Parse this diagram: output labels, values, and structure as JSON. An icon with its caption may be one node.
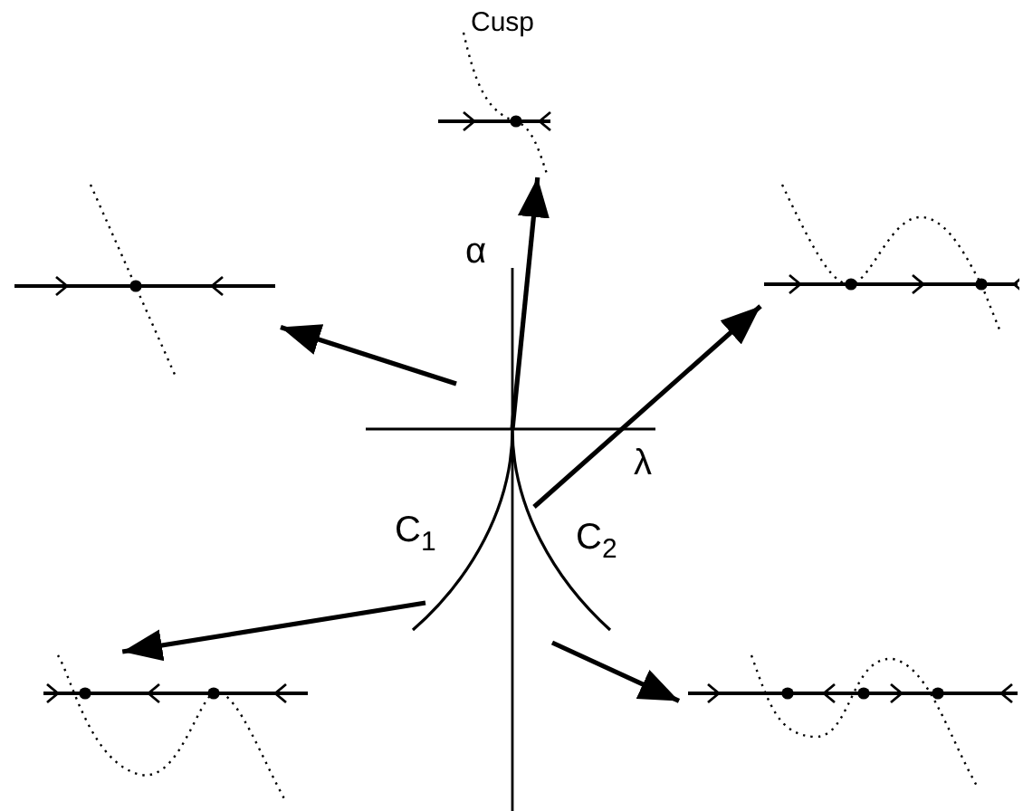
{
  "diagram": {
    "nodes": [
      {
        "text": [
          "Cusp"
        ]
      },
      {
        "text": [],
        "shape": "picture"
      },
      {
        "text": [],
        "shape": "picture"
      },
      {
        "text": [],
        "shape": "picture"
      },
      {
        "text": [],
        "shape": "picture"
      }
    ],
    "edges": [
      {
        "from": null,
        "to": 0,
        "arrow": "to"
      },
      {
        "from": null,
        "to": 1,
        "arrow": "to"
      },
      {
        "from": null,
        "to": 2,
        "arrow": "to"
      },
      {
        "from": null,
        "to": 3,
        "arrow": "to"
      },
      {
        "from": null,
        "to": 4,
        "arrow": "to"
      }
    ],
    "labels": [
      "α",
      "λ",
      "C$_{1}$",
      "C$_{2}$"
    ]
  }
}
